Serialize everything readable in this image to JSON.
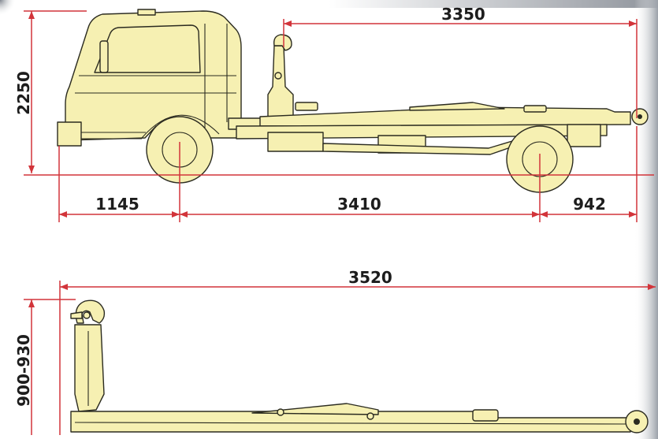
{
  "side_view": {
    "height": "2250",
    "body_length": "3350",
    "front_overhang": "1145",
    "wheelbase": "3410",
    "rear_overhang": "942"
  },
  "hook_body": {
    "length": "3520",
    "height": "900-930"
  },
  "colors": {
    "dimension_line": "#d2343a",
    "body_fill": "#f6f0b2",
    "outline": "#2b2b20",
    "background": "#ffffff",
    "corner_shadow": "#8f949c"
  }
}
